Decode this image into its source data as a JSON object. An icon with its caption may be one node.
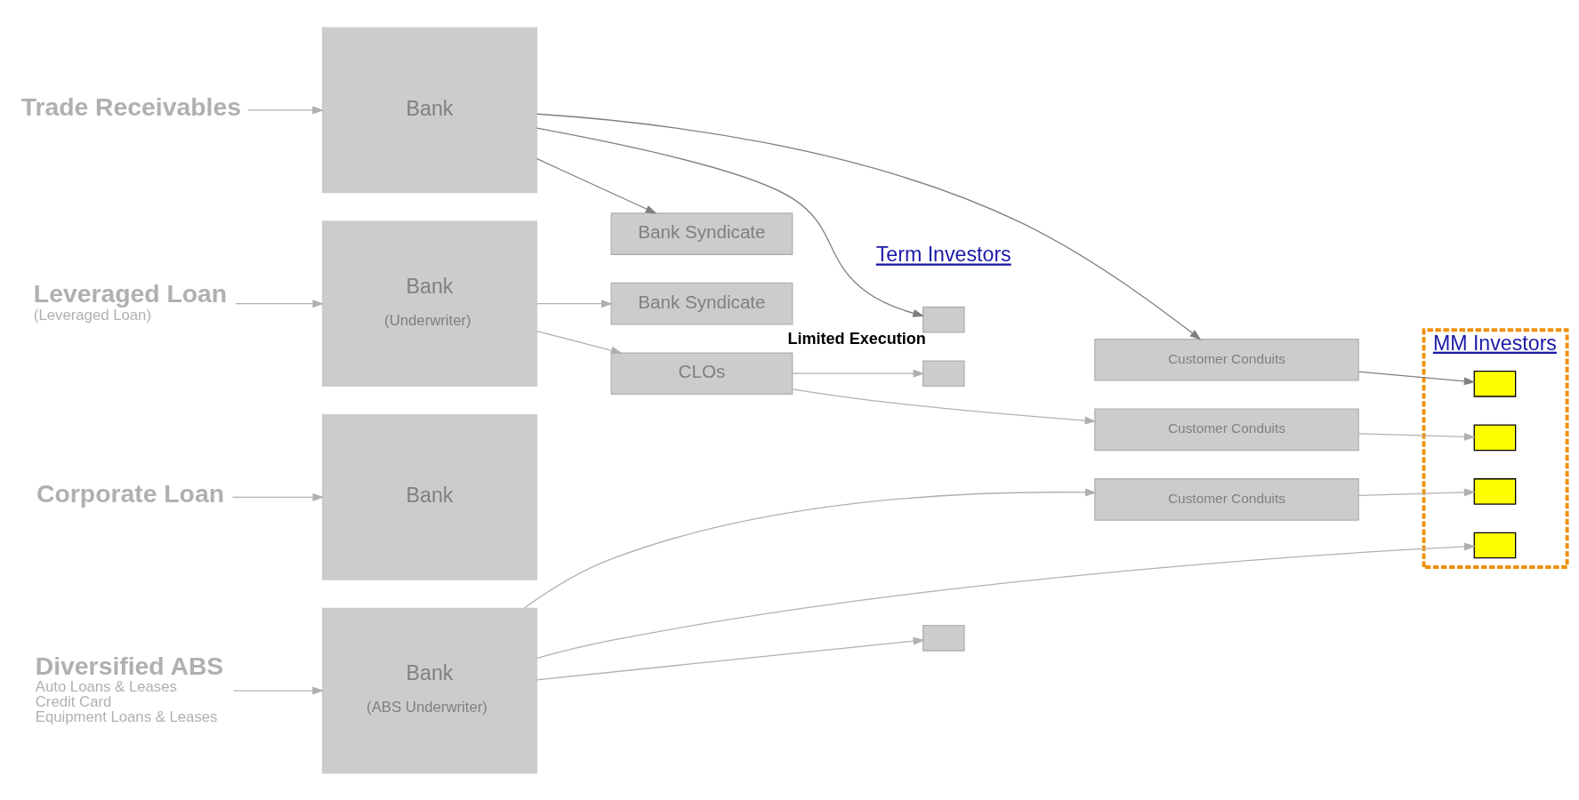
{
  "diagram": {
    "nodes": [
      {
        "text": [
          "Trade Receivables"
        ]
      },
      {
        "text": [
          "Bank"
        ]
      },
      {
        "text": [
          "Bank Syndicate"
        ]
      },
      {
        "text": [
          "Customer Conduits"
        ]
      },
      {
        "text": [
          "MM Investors"
        ]
      },
      {
        "text": [],
        "shape": "box",
        "in": 4
      },
      {
        "text": [],
        "shape": "box",
        "beside": [
          "Limited Execution"
        ]
      },
      {
        "text": [
          "Leveraged Loan",
          "(Leveraged Loan)"
        ]
      },
      {
        "text": [
          "Bank",
          "(Underwriter)"
        ]
      },
      {
        "text": [
          "Bank Syndicate"
        ]
      },
      {
        "text": [
          "CLOs"
        ]
      },
      {
        "text": [
          "Customer Conduits"
        ]
      },
      {
        "text": [],
        "shape": "box",
        "in": 4
      },
      {
        "text": [],
        "shape": "box"
      },
      {
        "text": [
          "Corporate Loan"
        ]
      },
      {
        "text": [
          "Bank"
        ]
      },
      {
        "text": [
          "Diversified ABS",
          "Auto Loans & Leases",
          "Credit Card",
          "Equipment Loans & Leases"
        ]
      },
      {
        "text": [
          "Bank",
          "(ABS Underwriter)"
        ]
      },
      {
        "text": [
          "Customer Conduits"
        ]
      },
      {
        "text": [],
        "shape": "box",
        "in": 4
      },
      {
        "text": [],
        "shape": "box",
        "in": 4
      },
      {
        "text": [],
        "shape": "box"
      }
    ],
    "edges": [
      {
        "from": 0,
        "to": 1,
        "arrow": "to"
      },
      {
        "from": 1,
        "to": 2,
        "arrow": "to",
        "color": "#7f7f7f"
      },
      {
        "from": 1,
        "to": 3,
        "arrow": "to",
        "color": "#7f7f7f"
      },
      {
        "from": 3,
        "to": 5,
        "arrow": "to",
        "color": "#7f7f7f"
      },
      {
        "from": 1,
        "to": 6,
        "arrow": "to",
        "color": "#7f7f7f"
      },
      {
        "from": 7,
        "to": 8,
        "arrow": "to"
      },
      {
        "from": 8,
        "to": 9,
        "arrow": "to"
      },
      {
        "from": 8,
        "to": 10,
        "arrow": "to"
      },
      {
        "from": 10,
        "to": 11,
        "arrow": "to"
      },
      {
        "from": 11,
        "to": 12,
        "arrow": "to"
      },
      {
        "from": 10,
        "to": 13,
        "arrow": "to"
      },
      {
        "from": 14,
        "to": 15,
        "arrow": "to"
      },
      {
        "from": 16,
        "to": 17,
        "arrow": "to"
      },
      {
        "from": 17,
        "to": 18,
        "arrow": "to"
      },
      {
        "from": 18,
        "to": 19,
        "arrow": "to"
      },
      {
        "from": 17,
        "to": 20,
        "arrow": "to"
      },
      {
        "from": 17,
        "to": 21,
        "arrow": "to"
      }
    ],
    "labels": [
      "Term Investors"
    ]
  }
}
